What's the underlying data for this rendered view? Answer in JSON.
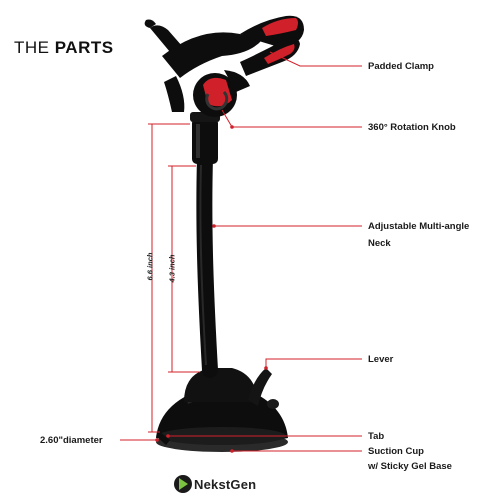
{
  "title": {
    "prefix": "THE",
    "bold": "PARTS"
  },
  "labels": {
    "padded_clamp": "Padded Clamp",
    "rotation_knob": "360° Rotation Knob",
    "neck_line1": "Adjustable Multi-angle",
    "neck_line2": "Neck",
    "lever": "Lever",
    "tab": "Tab",
    "suction_line1": "Suction Cup",
    "suction_line2": "w/ Sticky Gel Base",
    "diameter": "2.60\"diameter"
  },
  "dimensions": {
    "overall_height": "6.6 inch",
    "neck_height": "4.3 inch"
  },
  "brand": {
    "name": "NekstGen"
  },
  "colors": {
    "accent": "#d0202a",
    "product": "#0d0d0d",
    "text": "#1a1a1a",
    "logo_green": "#7cc242"
  }
}
